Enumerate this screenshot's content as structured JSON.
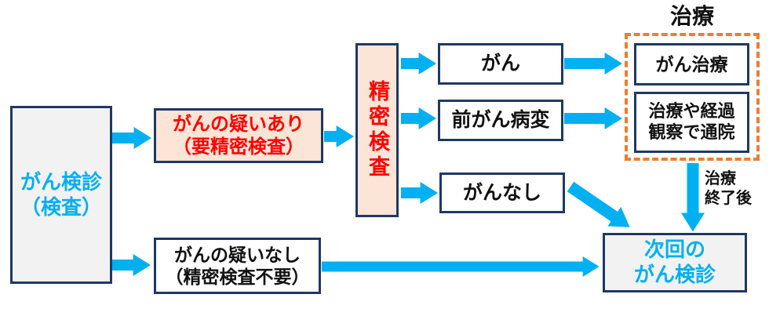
{
  "colors": {
    "arrow_blue": "#00b0f0",
    "box_border_navy": "#1f3864",
    "peach_fill": "#fce4d6",
    "gray_fill": "#f2f2f2",
    "red_text": "#ff0000",
    "cyan_text": "#00b0f0",
    "treatment_frame_orange": "#ed7d31"
  },
  "nodes": {
    "screening": {
      "line1": "がん検診",
      "line2": "（検査）"
    },
    "suspicion_yes": {
      "line1": "がんの疑いあり",
      "line2": "（要精密検査）"
    },
    "detailed_exam": {
      "label": "精密検査"
    },
    "cancer": {
      "label": "がん"
    },
    "precancerous": {
      "label": "前がん病変"
    },
    "no_cancer": {
      "label": "がんなし"
    },
    "treatment_group": {
      "label": "治療"
    },
    "cancer_treatment": {
      "label": "がん治療"
    },
    "followup": {
      "line1": "治療や経過",
      "line2": "観察で通院"
    },
    "after_treatment": {
      "line1": "治療",
      "line2": "終了後"
    },
    "next_screening": {
      "line1": "次回の",
      "line2": "がん検診"
    },
    "suspicion_no": {
      "line1": "がんの疑いなし",
      "line2": "（精密検査不要）"
    }
  }
}
